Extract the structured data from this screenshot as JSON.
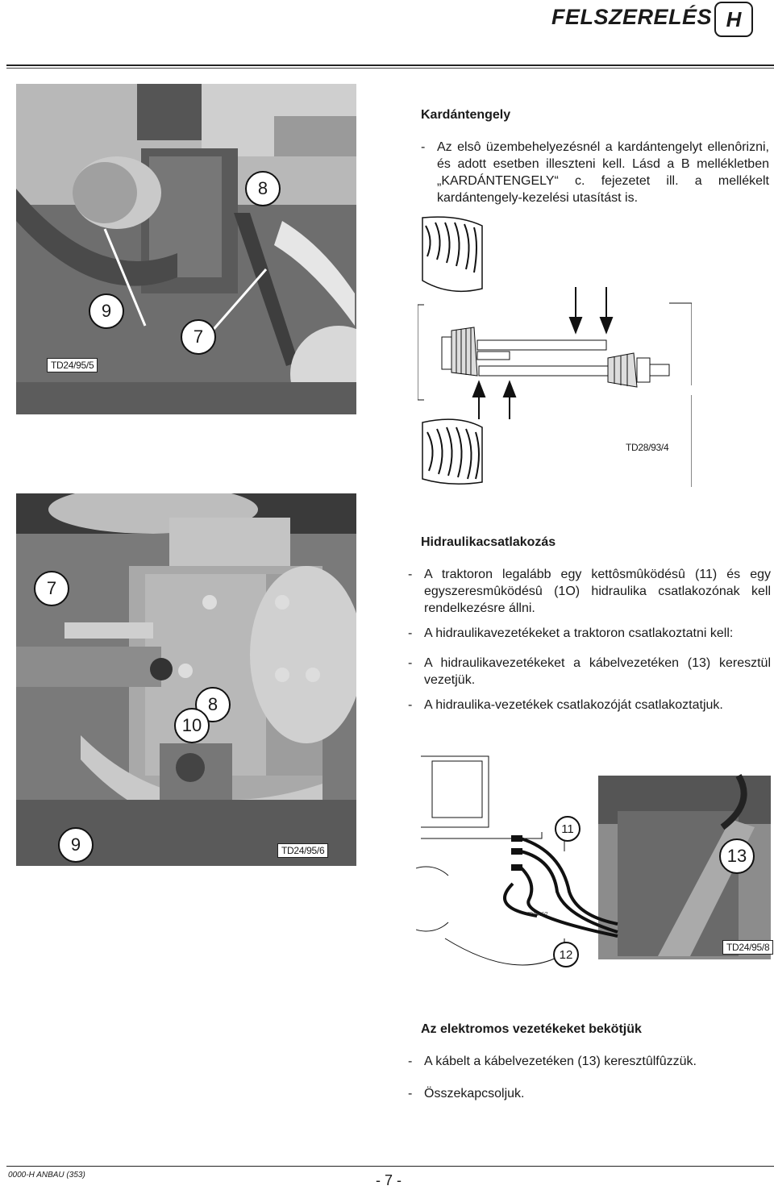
{
  "header": {
    "title": "FELSZERELÉS",
    "section_letter": "H"
  },
  "section1": {
    "title": "Kardántengely",
    "bullets": [
      "Az elsô üzembehelyezésnél a kardántengelyt ellenôrizni, és adott esetben illeszteni kell. Lásd a B mellékletben „KARDÁNTENGELY“ c. fejezetet ill. a mellékelt kardántengely-kezelési utasítást is."
    ]
  },
  "photo1": {
    "tag": "TD24/95/5",
    "callouts": [
      "8",
      "9",
      "7"
    ]
  },
  "diagram1": {
    "tag": "TD28/93/4"
  },
  "section2": {
    "title": "Hidraulikacsatlakozás",
    "bullets": [
      "A traktoron legalább egy kettôsmûködésû (11) és egy egyszeresmûködésû (1O) hidraulika csatlakozónak kell rendelkezésre állni.",
      "A hidraulikavezetékeket a traktoron csatlakoztatni kell:",
      "A hidraulikavezetékeket a kábelvezetéken (13) keresztül vezetjük.",
      "A hidraulika-vezetékek csatlakozóját csatlakoztatjuk."
    ]
  },
  "photo2": {
    "tag": "TD24/95/6",
    "callouts": [
      "7",
      "8",
      "10",
      "9"
    ]
  },
  "diagram2": {
    "callouts": [
      "11",
      "13",
      "12"
    ],
    "tag": "TD24/95/8",
    "small_tag": "TD24/95/7"
  },
  "section3": {
    "title": "Az elektromos vezetékeket bekötjük",
    "bullets": [
      "A kábelt a kábelvezetéken (13) keresztûlfûzzük.",
      "Összekapcsoljuk."
    ]
  },
  "footer": {
    "doc_code": "0000-H ANBAU (353)",
    "page": "- 7 -"
  }
}
